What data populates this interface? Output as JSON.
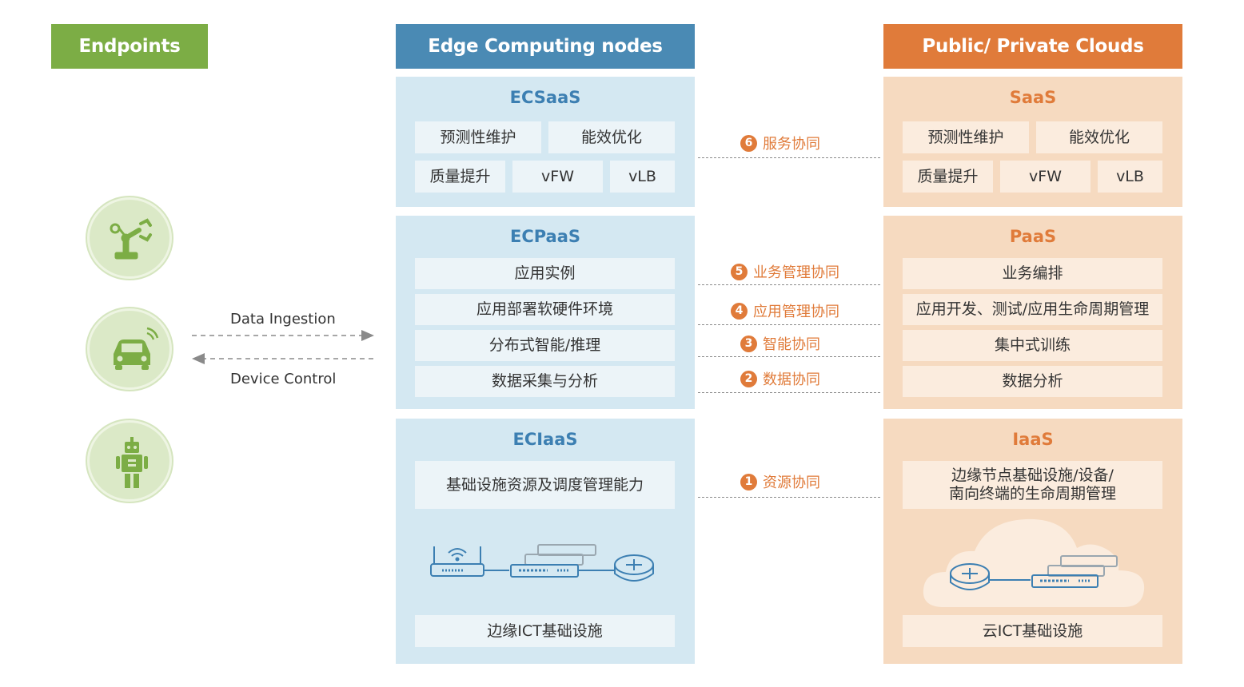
{
  "headers": {
    "endpoints": "Endpoints",
    "edge": "Edge Computing nodes",
    "cloud": "Public/ Private Clouds"
  },
  "endpoints": {
    "icons": [
      "robot-arm-icon",
      "connected-car-icon",
      "robot-icon"
    ],
    "data_ingestion": "Data Ingestion",
    "device_control": "Device Control"
  },
  "edge": {
    "saas": {
      "title": "ECSaaS",
      "items": [
        "预测性维护",
        "能效优化",
        "质量提升",
        "vFW",
        "vLB"
      ]
    },
    "paas": {
      "title": "ECPaaS",
      "items": [
        "应用实例",
        "应用部署软硬件环境",
        "分布式智能/推理",
        "数据采集与分析"
      ]
    },
    "iaas": {
      "title": "ECIaaS",
      "items": [
        "基础设施资源及调度管理能力",
        "边缘ICT基础设施"
      ],
      "icons": [
        "wifi-router-icon",
        "switch-stack-icon",
        "router-icon"
      ]
    }
  },
  "cloud": {
    "saas": {
      "title": "SaaS",
      "items": [
        "预测性维护",
        "能效优化",
        "质量提升",
        "vFW",
        "vLB"
      ]
    },
    "paas": {
      "title": "PaaS",
      "items": [
        "业务编排",
        "应用开发、测试/应用生命周期管理",
        "集中式训练",
        "数据分析"
      ]
    },
    "iaas": {
      "title": "IaaS",
      "items": [
        "边缘节点基础设施/设备/",
        "南向终端的生命周期管理",
        "云ICT基础设施"
      ],
      "icons": [
        "cloud-icon",
        "router-icon",
        "switch-stack-icon"
      ]
    }
  },
  "collaboration": [
    {
      "num": "6",
      "label": "服务协同"
    },
    {
      "num": "5",
      "label": "业务管理协同"
    },
    {
      "num": "4",
      "label": "应用管理协同"
    },
    {
      "num": "3",
      "label": "智能协同"
    },
    {
      "num": "2",
      "label": "数据协同"
    },
    {
      "num": "1",
      "label": "资源协同"
    }
  ],
  "colors": {
    "endpoints_header": "#7cad45",
    "edge_header": "#4a8ab4",
    "cloud_header": "#e07b3a",
    "edge_panel": "#d4e8f2",
    "cloud_panel": "#f6dac0",
    "accent_orange": "#e07b3a",
    "icon_green": "#7cad45",
    "icon_blue": "#4a8ab4"
  }
}
